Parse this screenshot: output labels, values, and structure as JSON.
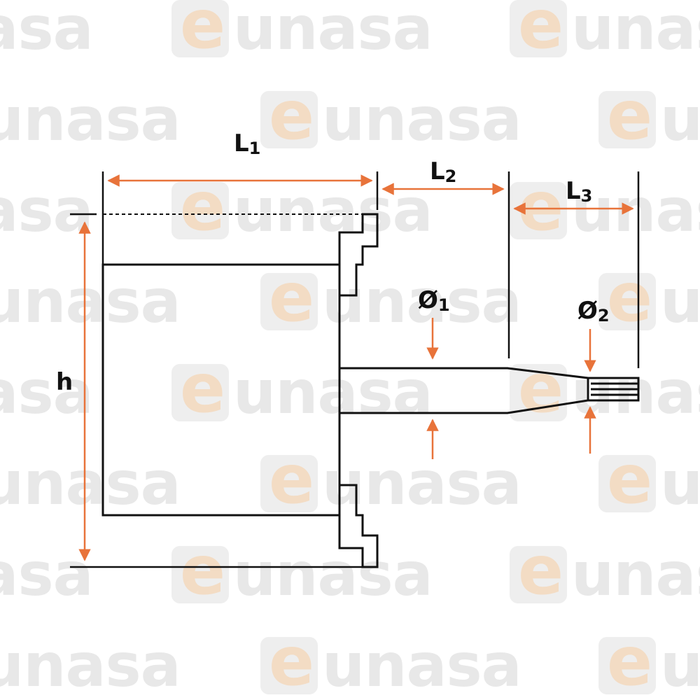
{
  "watermark": {
    "text": "eunasa",
    "brand_e_color": "#f3dcc4",
    "text_color": "#e8e8e8"
  },
  "colors": {
    "line": "#111111",
    "dimension": "#e8733a",
    "background": "#ffffff"
  },
  "dimensions": {
    "L1": {
      "letter": "L",
      "sub": "1"
    },
    "L2": {
      "letter": "L",
      "sub": "2"
    },
    "L3": {
      "letter": "L",
      "sub": "3"
    },
    "D1": {
      "letter": "Ø",
      "sub": "1"
    },
    "D2": {
      "letter": "Ø",
      "sub": "2"
    },
    "h": {
      "letter": "h"
    }
  }
}
